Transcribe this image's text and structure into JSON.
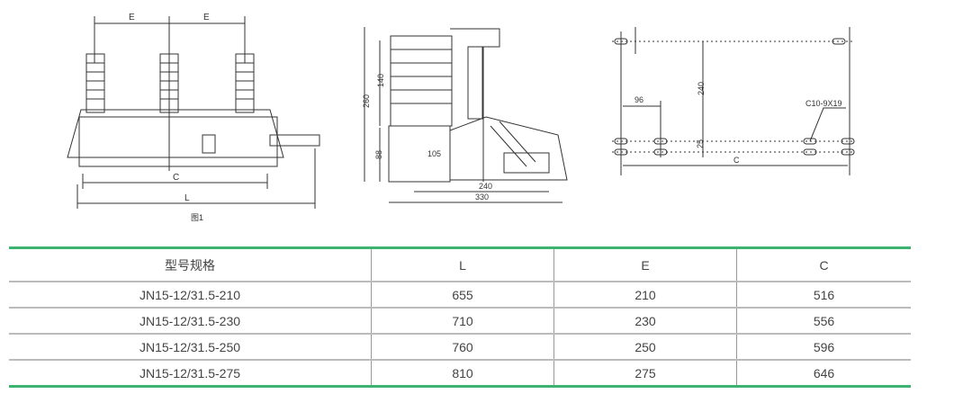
{
  "figure1": {
    "dim_e1": "E",
    "dim_e2": "E",
    "dim_c": "C",
    "dim_l": "L",
    "caption": "图1"
  },
  "figure2": {
    "dim_260": "260",
    "dim_140": "140",
    "dim_88": "88",
    "dim_105": "105",
    "dim_240": "240",
    "dim_330": "330"
  },
  "figure3": {
    "dim_96": "96",
    "dim_240": "240",
    "dim_25": "25",
    "hole_label": "C10-9X19",
    "dim_c": "C"
  },
  "table": {
    "headers": [
      "型号规格",
      "L",
      "E",
      "C"
    ],
    "rows": [
      [
        "JN15-12/31.5-210",
        "655",
        "210",
        "516"
      ],
      [
        "JN15-12/31.5-230",
        "710",
        "230",
        "556"
      ],
      [
        "JN15-12/31.5-250",
        "760",
        "250",
        "596"
      ],
      [
        "JN15-12/31.5-275",
        "810",
        "275",
        "646"
      ]
    ]
  },
  "colors": {
    "accent_line": "#3cb371"
  }
}
